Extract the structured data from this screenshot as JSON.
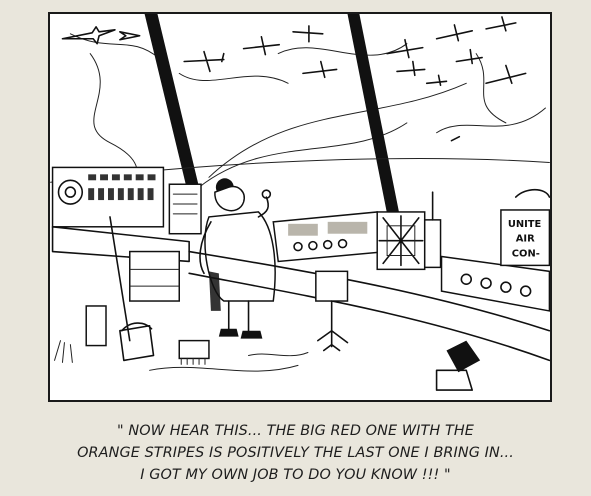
{
  "cartoon": {
    "sign_lines": [
      "UNITE",
      "AIR",
      "CON-"
    ]
  },
  "caption": {
    "line1": "\" NOW HEAR THIS... THE BIG RED ONE WITH THE",
    "line2": "ORANGE STRIPES IS POSITIVELY THE LAST ONE I BRING IN...",
    "line3": "I GOT MY OWN JOB TO DO YOU KNOW !!! \""
  }
}
